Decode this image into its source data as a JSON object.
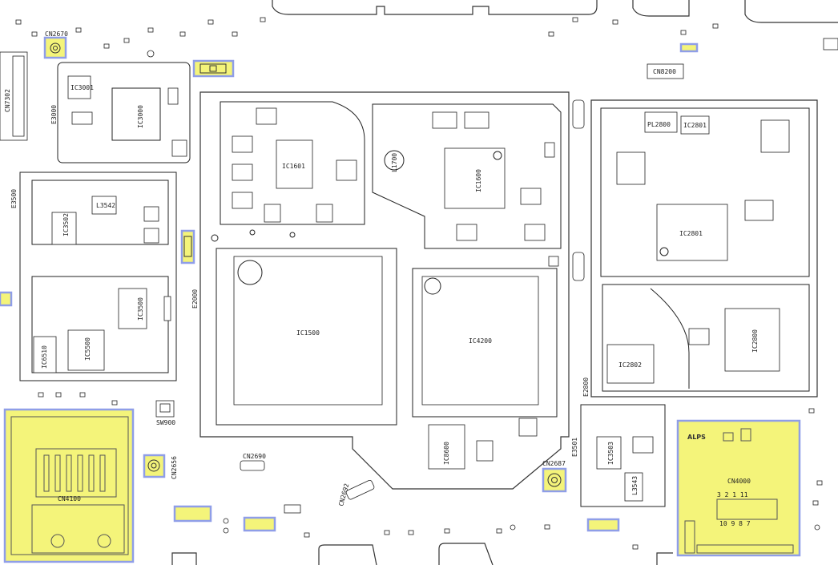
{
  "title": "",
  "labels": {
    "cn2670": "CN2670",
    "cn7302": "CN7302",
    "ic3000": "IC3000",
    "ic3001": "IC3001",
    "e3000": "E3000",
    "l3542": "L3542",
    "ic3502": "IC3502",
    "e3500": "E3500",
    "ic3500": "IC3500",
    "ic6510": "IC6510",
    "ic5500": "IC5500",
    "e2000": "E2000",
    "ic1601": "IC1601",
    "l1700": "L1700",
    "ic1600": "IC1600",
    "ic1500": "IC1500",
    "ic4200": "IC4200",
    "ic8600": "IC8600",
    "cn2690": "CN2690",
    "cn2692": "CN2692",
    "cn2656": "CN2656",
    "cn2687": "CN2687",
    "e3501": "E3501",
    "ic3503": "IC3503",
    "l3543": "L3543",
    "cn4100": "CN4100",
    "cn4000": "CN4000",
    "alps": "ALPS",
    "ic2801": "IC2801",
    "ic2802": "IC2802",
    "ic2800": "IC2800",
    "ic2801b": "IC2801",
    "e2800": "E2800",
    "pl2800": "PL2800",
    "cn8200": "CN8200",
    "sw900": "SW900",
    "pins_top": "3  2  1  11",
    "pins_bottom": "10  9  8  7"
  },
  "highlight_color": "#f4f47a",
  "highlight_border_color": "#8f9ee8"
}
